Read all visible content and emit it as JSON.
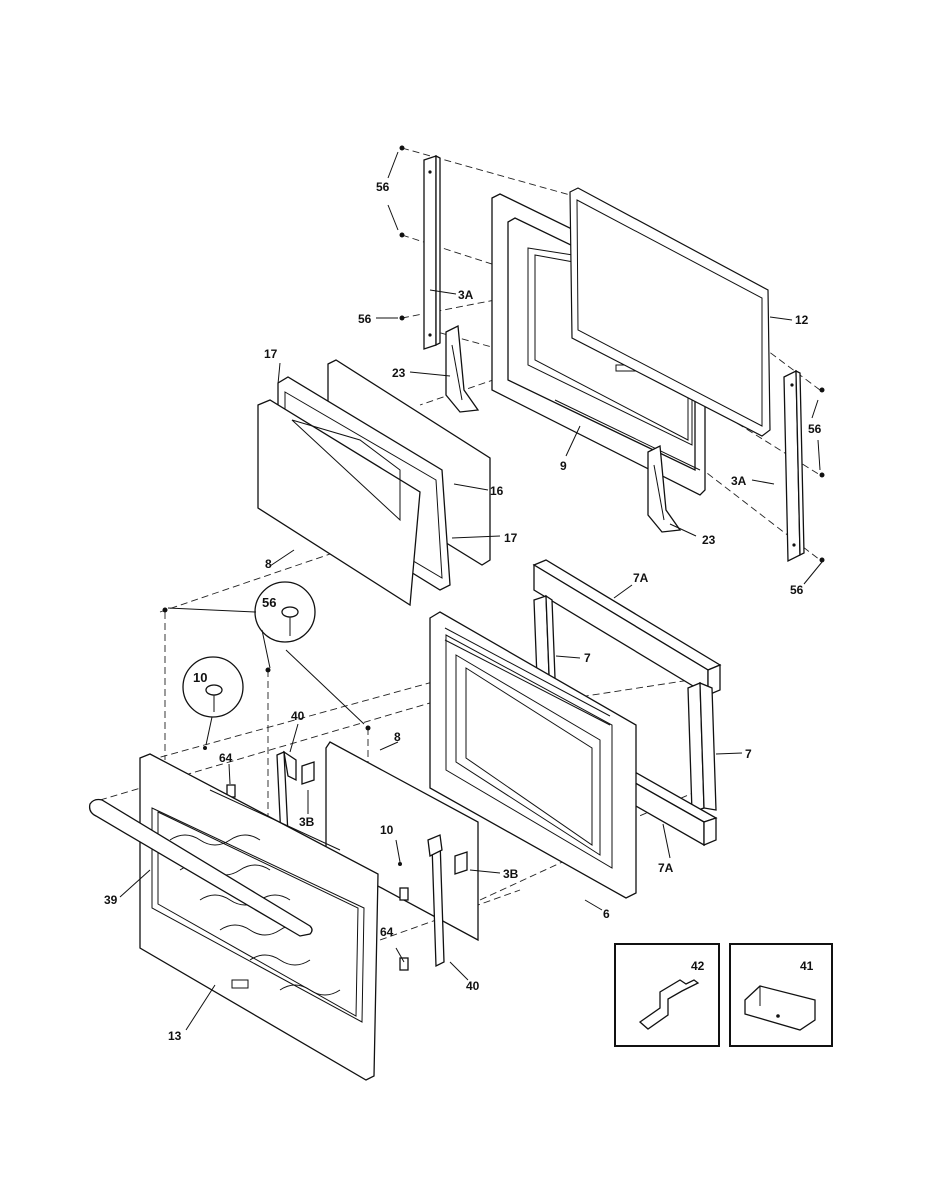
{
  "labels": {
    "p56_top": "56",
    "p3A_left": "3A",
    "p56_mid": "56",
    "p12": "12",
    "p17_top": "17",
    "p23_left": "23",
    "p56_right": "56",
    "p9": "9",
    "p3A_right": "3A",
    "p16": "16",
    "p17_bottom": "17",
    "p23_right": "23",
    "p8_upper": "8",
    "p56_bottom_right": "56",
    "p7A_top": "7A",
    "p56_circle": "56",
    "p7_upper": "7",
    "p10_circle": "10",
    "p40_left": "40",
    "p8_lower": "8",
    "p7_right": "7",
    "p64_upper": "64",
    "p3B_left": "3B",
    "p10_small": "10",
    "p7A_bottom": "7A",
    "p3B_right": "3B",
    "p39": "39",
    "p6": "6",
    "p64_lower": "64",
    "p40_right": "40",
    "p13": "13",
    "p42": "42",
    "p41": "41"
  }
}
